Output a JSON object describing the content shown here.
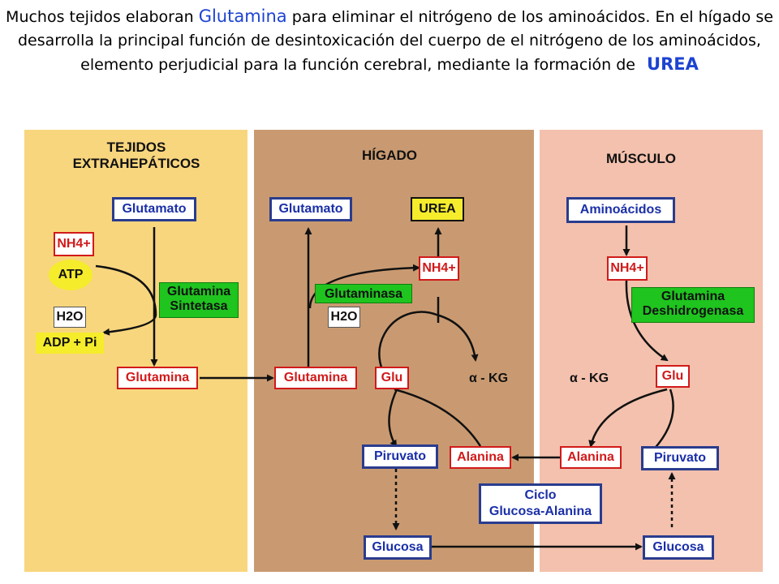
{
  "caption": {
    "part1": "Muchos tejidos elaboran ",
    "highlight1": "Glutamina",
    "part2": " para eliminar el nitrógeno de los aminoácidos.  En el hígado se desarrolla la principal función de desintoxicación del cuerpo de el nitrógeno de los aminoácidos, elemento perjudicial para la función cerebral, mediante la formación de",
    "highlight2": "UREA"
  },
  "extra": {
    "title": "TEJIDOS\nEXTRAHEPÁTICOS",
    "glutamato": "Glutamato",
    "nh4": "NH4+",
    "atp": "ATP",
    "enzyme": "Glutamina\nSintetasa",
    "h2o": "H2O",
    "adp": "ADP + Pi",
    "glutamina": "Glutamina"
  },
  "liver": {
    "title": "HÍGADO",
    "glutamato": "Glutamato",
    "urea": "UREA",
    "nh4": "NH4+",
    "enzyme": "Glutaminasa",
    "h2o": "H2O",
    "glutamina": "Glutamina",
    "glu": "Glu",
    "akg": "α - KG",
    "piruvato": "Piruvato",
    "alanina": "Alanina",
    "glucosa": "Glucosa"
  },
  "muscle": {
    "title": "MÚSCULO",
    "aminoacidos": "Aminoácidos",
    "nh4": "NH4+",
    "enzyme": "Glutamina\nDeshidrogenasa",
    "akg": "α - KG",
    "glu": "Glu",
    "alanina": "Alanina",
    "piruvato": "Piruvato",
    "glucosa": "Glucosa"
  },
  "cycle": {
    "label": "Ciclo\nGlucosa-Alanina"
  },
  "colors": {
    "extra_bg": "#f8d67e",
    "liver_bg": "#c99a71",
    "muscle_bg": "#f3c1ad",
    "highlight": "#1d43d1",
    "enzyme_green": "#1fc41f",
    "urea_yellow": "#f5ec2c",
    "text_red": "#d11a1a",
    "text_blue": "#1a2fa8"
  }
}
